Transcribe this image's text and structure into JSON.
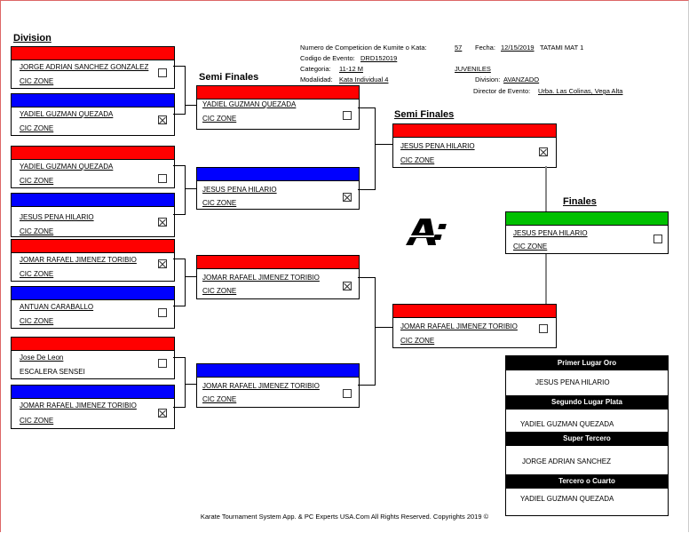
{
  "headers": {
    "division": "Division",
    "semi1": "Semi Finales",
    "semi2": "Semi Finales",
    "finales": "Finales"
  },
  "event_info": {
    "competition_label": "Numero de Competicion de Kumite o Kata:",
    "competition_number": "57",
    "date_label": "Fecha:",
    "date": "12/15/2019",
    "mat": "TATAMI MAT 1",
    "event_code_label": "Codigo de Evento:",
    "event_code": "DRD152019",
    "category_label": "Categoria:",
    "category": "11-12 M",
    "group": "JUVENILES",
    "modality_label": "Modalidad:",
    "modality": "Kata Individual 4",
    "division_label": "Division:",
    "division": "AVANZADO",
    "director_label": "Director de Evento:",
    "director": "Urba. Las Colinas, Vega Alta"
  },
  "round1": [
    {
      "color": "red",
      "name": "JORGE ADRIAN SANCHEZ GONZALEZ",
      "club": "CIC ZONE",
      "checked": false
    },
    {
      "color": "blue",
      "name": "YADIEL GUZMAN QUEZADA",
      "club": "CIC ZONE",
      "checked": true
    },
    {
      "color": "red",
      "name": "YADIEL GUZMAN QUEZADA",
      "club": "CIC ZONE",
      "checked": false
    },
    {
      "color": "blue",
      "name": "JESUS PENA HILARIO",
      "club": "CIC ZONE",
      "checked": true
    },
    {
      "color": "red",
      "name": "JOMAR RAFAEL JIMENEZ TORIBIO",
      "club": "CIC ZONE",
      "checked": true
    },
    {
      "color": "blue",
      "name": "ANTUAN CARABALLO",
      "club": "CIC ZONE",
      "checked": false
    },
    {
      "color": "red",
      "name": "Jose De Leon",
      "club": "ESCALERA SENSEI",
      "checked": false
    },
    {
      "color": "blue",
      "name": "JOMAR RAFAEL JIMENEZ TORIBIO",
      "club": "CIC ZONE",
      "checked": true
    }
  ],
  "round2": [
    {
      "color": "red",
      "name": "YADIEL GUZMAN QUEZADA",
      "club": "CIC ZONE",
      "checked": false
    },
    {
      "color": "blue",
      "name": "JESUS PENA HILARIO",
      "club": "CIC ZONE",
      "checked": true
    },
    {
      "color": "red",
      "name": "JOMAR RAFAEL JIMENEZ TORIBIO",
      "club": "CIC ZONE",
      "checked": true
    },
    {
      "color": "blue",
      "name": "JOMAR RAFAEL JIMENEZ TORIBIO",
      "club": "CIC ZONE",
      "checked": false
    }
  ],
  "round3": [
    {
      "color": "red",
      "name": "JESUS PENA HILARIO",
      "club": "CIC ZONE",
      "checked": true
    },
    {
      "color": "red",
      "name": "JOMAR RAFAEL JIMENEZ TORIBIO",
      "club": "CIC ZONE",
      "checked": false
    }
  ],
  "final": {
    "color": "green",
    "name": "JESUS PENA HILARIO",
    "club": "CIC ZONE",
    "checked": false
  },
  "results": [
    {
      "title": "Primer Lugar Oro",
      "name": "JESUS PENA HILARIO"
    },
    {
      "title": "Segundo Lugar Plata",
      "name": "YADIEL GUZMAN QUEZADA"
    },
    {
      "title": "Super Tercero",
      "name": "JORGE ADRIAN SANCHEZ"
    },
    {
      "title": "Tercero o Cuarto",
      "name": "YADIEL GUZMAN QUEZADA"
    }
  ],
  "footer": "Karate Tournament System App. & PC Experts USA.Com All Rights Reserved. Copyrights 2019 ©",
  "colors": {
    "red": "#ff0000",
    "blue": "#0000ff",
    "green": "#00c000"
  }
}
